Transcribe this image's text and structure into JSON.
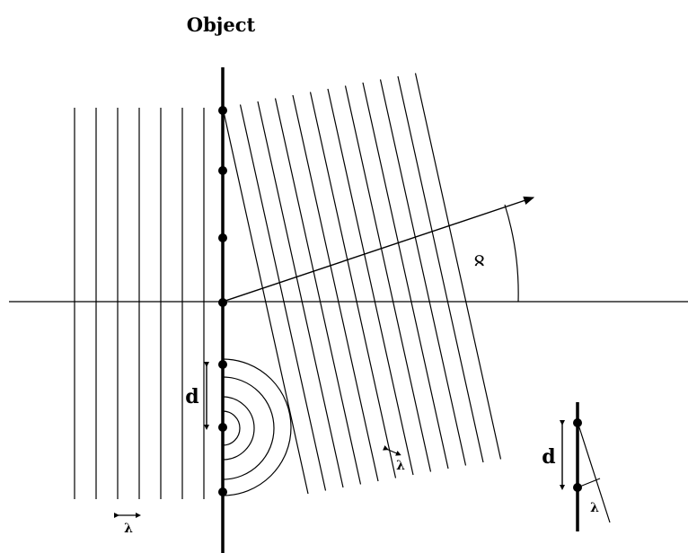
{
  "title": "Object",
  "labels": {
    "angle": "∝",
    "d_main": "d",
    "d_inset": "d",
    "lambda_left": "λ",
    "lambda_right": "λ",
    "lambda_inset": "λ"
  },
  "colors": {
    "ink": "#000000",
    "background": "#ffffff"
  }
}
